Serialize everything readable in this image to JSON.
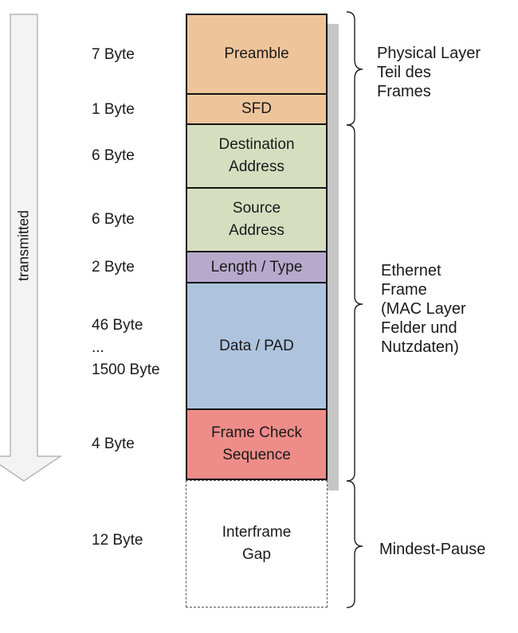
{
  "arrow": {
    "label": "transmitted"
  },
  "fields": [
    {
      "id": "preamble",
      "label": "Preamble",
      "size": "7 Byte",
      "color": "#eec49b"
    },
    {
      "id": "sfd",
      "label": "SFD",
      "size": "1 Byte",
      "color": "#eec49b"
    },
    {
      "id": "destination",
      "label": "Destination\nAddress",
      "size": "6 Byte",
      "color": "#d6dec0"
    },
    {
      "id": "source",
      "label": "Source\nAddress",
      "size": "6 Byte",
      "color": "#d6dec0"
    },
    {
      "id": "length-type",
      "label": "Length / Type",
      "size": "2 Byte",
      "color": "#b7a9cc"
    },
    {
      "id": "data-pad",
      "label": "Data / PAD",
      "size_lines": [
        "46 Byte",
        "...",
        "1500 Byte"
      ],
      "color": "#aec4de"
    },
    {
      "id": "fcs",
      "label": "Frame Check\nSequence",
      "size": "4 Byte",
      "color": "#ee8c88"
    },
    {
      "id": "interframe-gap",
      "label": "Interframe\nGap",
      "size": "12 Byte",
      "color": "#ffffff"
    }
  ],
  "braces": [
    {
      "id": "physical",
      "label": "Physical Layer\nTeil des\nFrames"
    },
    {
      "id": "ethernet",
      "label": "Ethernet\nFrame\n(MAC Layer\nFelder und\nNutzdaten)"
    },
    {
      "id": "pause",
      "label": "Mindest-Pause"
    }
  ]
}
